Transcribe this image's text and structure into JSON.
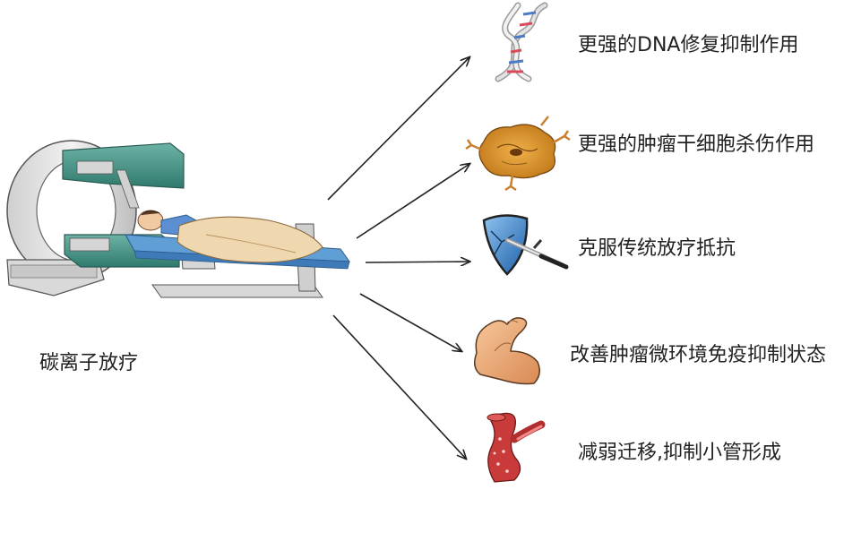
{
  "source": {
    "label": "碳离子放疗",
    "icon": "ct-scanner-with-patient-icon"
  },
  "effects": [
    {
      "label": "更强的DNA修复抑制作用",
      "icon": "dna-helix-icon"
    },
    {
      "label": "更强的肿瘤干细胞杀伤作用",
      "icon": "tumor-cell-icon"
    },
    {
      "label": "克服传统放疗抵抗",
      "icon": "broken-shield-sword-icon"
    },
    {
      "label": "改善肿瘤微环境免疫抑制状态",
      "icon": "flexed-arm-icon"
    },
    {
      "label": "减弱迁移,抑制小管形成",
      "icon": "blood-vessel-icon"
    }
  ],
  "colors": {
    "machine_gray": "#e6e6e6",
    "machine_teal": "#4a9a8c",
    "blanket": "#efd7b0",
    "shirt": "#5b8fd1",
    "arrow": "#222222"
  }
}
